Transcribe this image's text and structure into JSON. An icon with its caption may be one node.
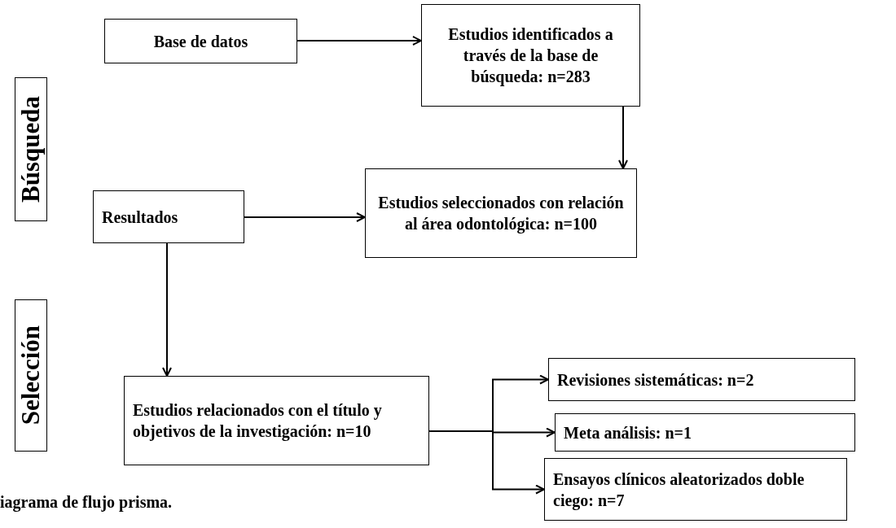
{
  "diagram": {
    "caption": "iagrama de flujo prisma.",
    "nodes": [
      {
        "text": [
          "Búsqueda"
        ]
      },
      {
        "text": [
          "Selección"
        ]
      },
      {
        "text": [
          "Base de datos"
        ]
      },
      {
        "text": [
          "Estudios identificados a través de la base de búsqueda: n=283"
        ]
      },
      {
        "text": [
          "Resultados"
        ]
      },
      {
        "text": [
          "Estudios seleccionados con relación al área odontológica: n=100"
        ]
      },
      {
        "text": [
          "Estudios relacionados con el título y objetivos de la investigación: n=10"
        ]
      },
      {
        "text": [
          "Revisiones sistemáticas: n=2"
        ]
      },
      {
        "text": [
          "Meta análisis: n=1"
        ]
      },
      {
        "text": [
          "Ensayos clínicos aleatorizados doble ciego: n=7"
        ]
      }
    ],
    "edges": [
      {
        "from": 2,
        "to": 3,
        "arrow": "to"
      },
      {
        "from": 3,
        "to": 5,
        "arrow": "to"
      },
      {
        "from": 4,
        "to": 5,
        "arrow": "to"
      },
      {
        "from": 4,
        "to": 6,
        "arrow": "to"
      },
      {
        "from": 6,
        "to": 7,
        "arrow": "to"
      },
      {
        "from": 6,
        "to": 8,
        "arrow": "to"
      },
      {
        "from": 6,
        "to": 9,
        "arrow": "to"
      }
    ]
  }
}
